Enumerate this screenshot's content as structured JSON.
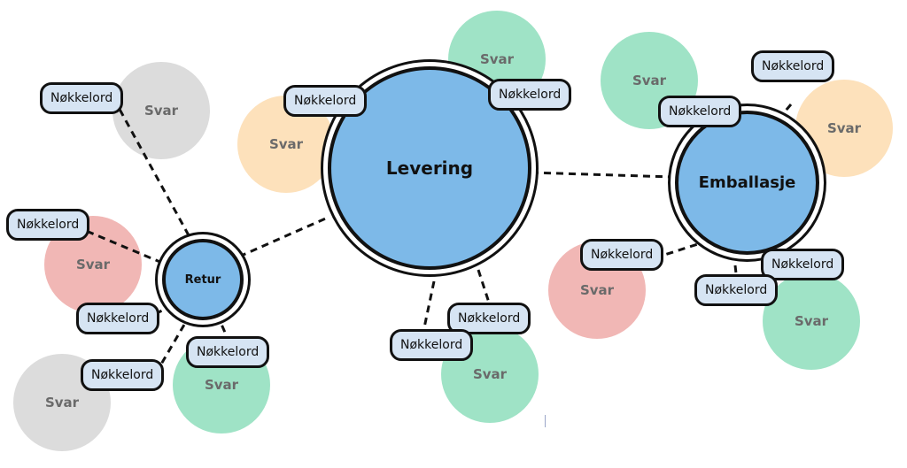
{
  "hubs": {
    "levering": "Levering",
    "emballasje": "Emballasje",
    "retur": "Retur"
  },
  "keyword_label": "Nøkkelord",
  "answer_label": "Svar",
  "colors": {
    "hub_fill": "#7db9e8",
    "keyword_fill": "#d6e4f3",
    "answer_gray": "#dcdcdc",
    "answer_green": "#9fe3c6",
    "answer_orange": "#fde1bb",
    "answer_red": "#f1b7b5",
    "outline": "#111111"
  }
}
